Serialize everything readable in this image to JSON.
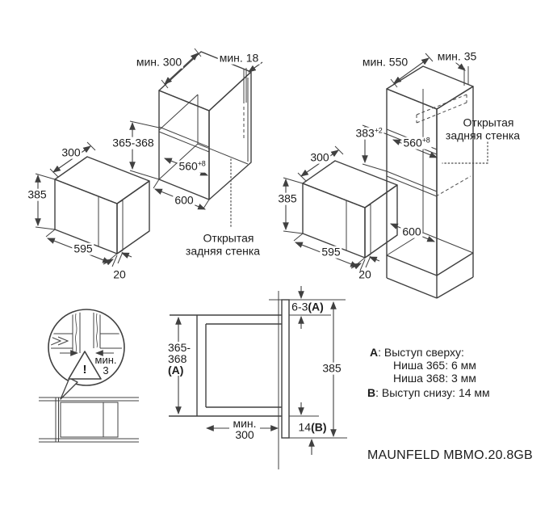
{
  "colors": {
    "background": "#ffffff",
    "line": "#404040",
    "text": "#1c1c1c"
  },
  "microwave_left": {
    "depth": "300",
    "height": "385",
    "width": "595",
    "frame_overhang": "20"
  },
  "wall_cabinet": {
    "min_top_depth": "мин. 300",
    "min_back_gap": "мин. 18",
    "niche_height": "365-368",
    "niche_width": "560",
    "niche_width_tol": "+8",
    "outer_width": "600",
    "open_back_1": "Открытая",
    "open_back_2": "задняя стенка"
  },
  "microwave_right": {
    "depth": "300",
    "height": "385",
    "width": "595",
    "frame_overhang": "20"
  },
  "tall_cabinet": {
    "min_top_depth": "мин. 550",
    "min_top_gap": "мин. 35",
    "niche_height": "383",
    "niche_height_tol": "+2",
    "niche_width": "560",
    "niche_width_tol": "+8",
    "outer_width": "600",
    "open_back_1": "Открытая",
    "open_back_2": "задняя стенка"
  },
  "gap_detail": {
    "min_label": "мин.",
    "min_value": "3",
    "warning": "!"
  },
  "side_view": {
    "niche_height_1": "365-",
    "niche_height_2": "368",
    "niche_height_ref": "(A)",
    "top_gap": "6-3",
    "top_gap_ref": "(A)",
    "front_height": "385",
    "min_depth_label": "мин.",
    "min_depth_value": "300",
    "bottom_gap": "14",
    "bottom_gap_ref": "(B)"
  },
  "notes": {
    "a_key": "A",
    "a_title": ": Выступ сверху:",
    "a_line1": "Ниша 365: 6 мм",
    "a_line2": "Ниша 368: 3 мм",
    "b_key": "B",
    "b_title": ": Выступ снизу: 14 мм"
  },
  "footer": {
    "model": "MAUNFELD MBMO.20.8GB"
  }
}
